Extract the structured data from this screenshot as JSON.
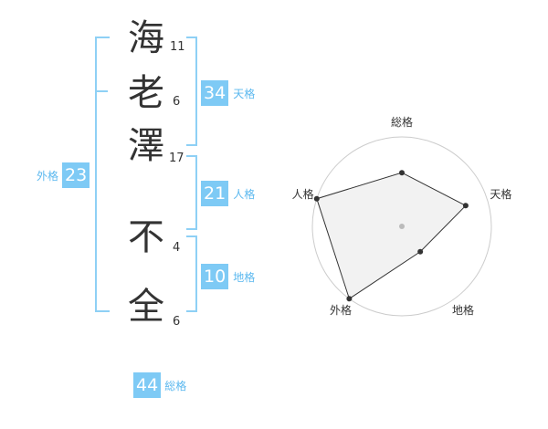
{
  "name": {
    "chars": [
      {
        "char": "海",
        "strokes": "11"
      },
      {
        "char": "老",
        "strokes": "6"
      },
      {
        "char": "澤",
        "strokes": "17"
      },
      {
        "char": "不",
        "strokes": "4"
      },
      {
        "char": "全",
        "strokes": "6"
      }
    ]
  },
  "fortunes": {
    "tenkaku": {
      "value": "34",
      "label": "天格"
    },
    "jinkaku": {
      "value": "21",
      "label": "人格"
    },
    "chikaku": {
      "value": "10",
      "label": "地格"
    },
    "gaikaku": {
      "value": "23",
      "label": "外格"
    },
    "soukaku": {
      "value": "44",
      "label": "総格"
    }
  },
  "chart_data": {
    "type": "radar",
    "axes": [
      "総格",
      "天格",
      "地格",
      "外格",
      "人格"
    ],
    "values": [
      0.6,
      0.75,
      0.35,
      1.0,
      1.0
    ],
    "rmax": 1.0,
    "rings": 4,
    "colors": {
      "fill": "#f0f0f0",
      "line": "#333333",
      "grid": "#cccccc"
    }
  }
}
